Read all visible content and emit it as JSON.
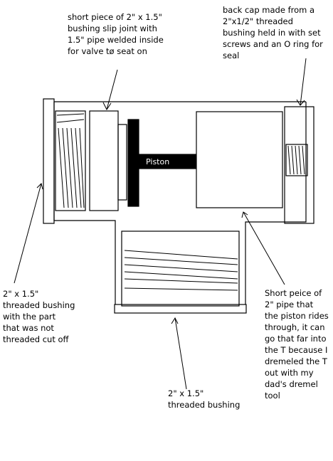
{
  "labels": {
    "piston": "Piston",
    "slip_joint_note": "short piece of 2\" x 1.5\"\nbushing slip joint with\n1.5\" pipe welded inside\nfor valve tø seat on",
    "back_cap_note": "back cap made from a\n2\"x1/2\" threaded\nbushing held in with set\nscrews and an O ring for\nseal",
    "left_bushing_note": "2\" x 1.5\"\nthreaded bushing\nwith the part\nthat was not\nthreaded cut off",
    "pipe_note": "Short peice of\n2\" pipe that\nthe piston rides\nthrough, it can\ngo that far into\nthe T because I\ndremeled the T\nout with my\ndad's dremel\ntool",
    "bottom_bushing_note": "2\" x 1.5\"\nthreaded bushing"
  },
  "colors": {
    "stroke": "#000000",
    "background": "#ffffff",
    "piston_text": "#ffffff"
  }
}
